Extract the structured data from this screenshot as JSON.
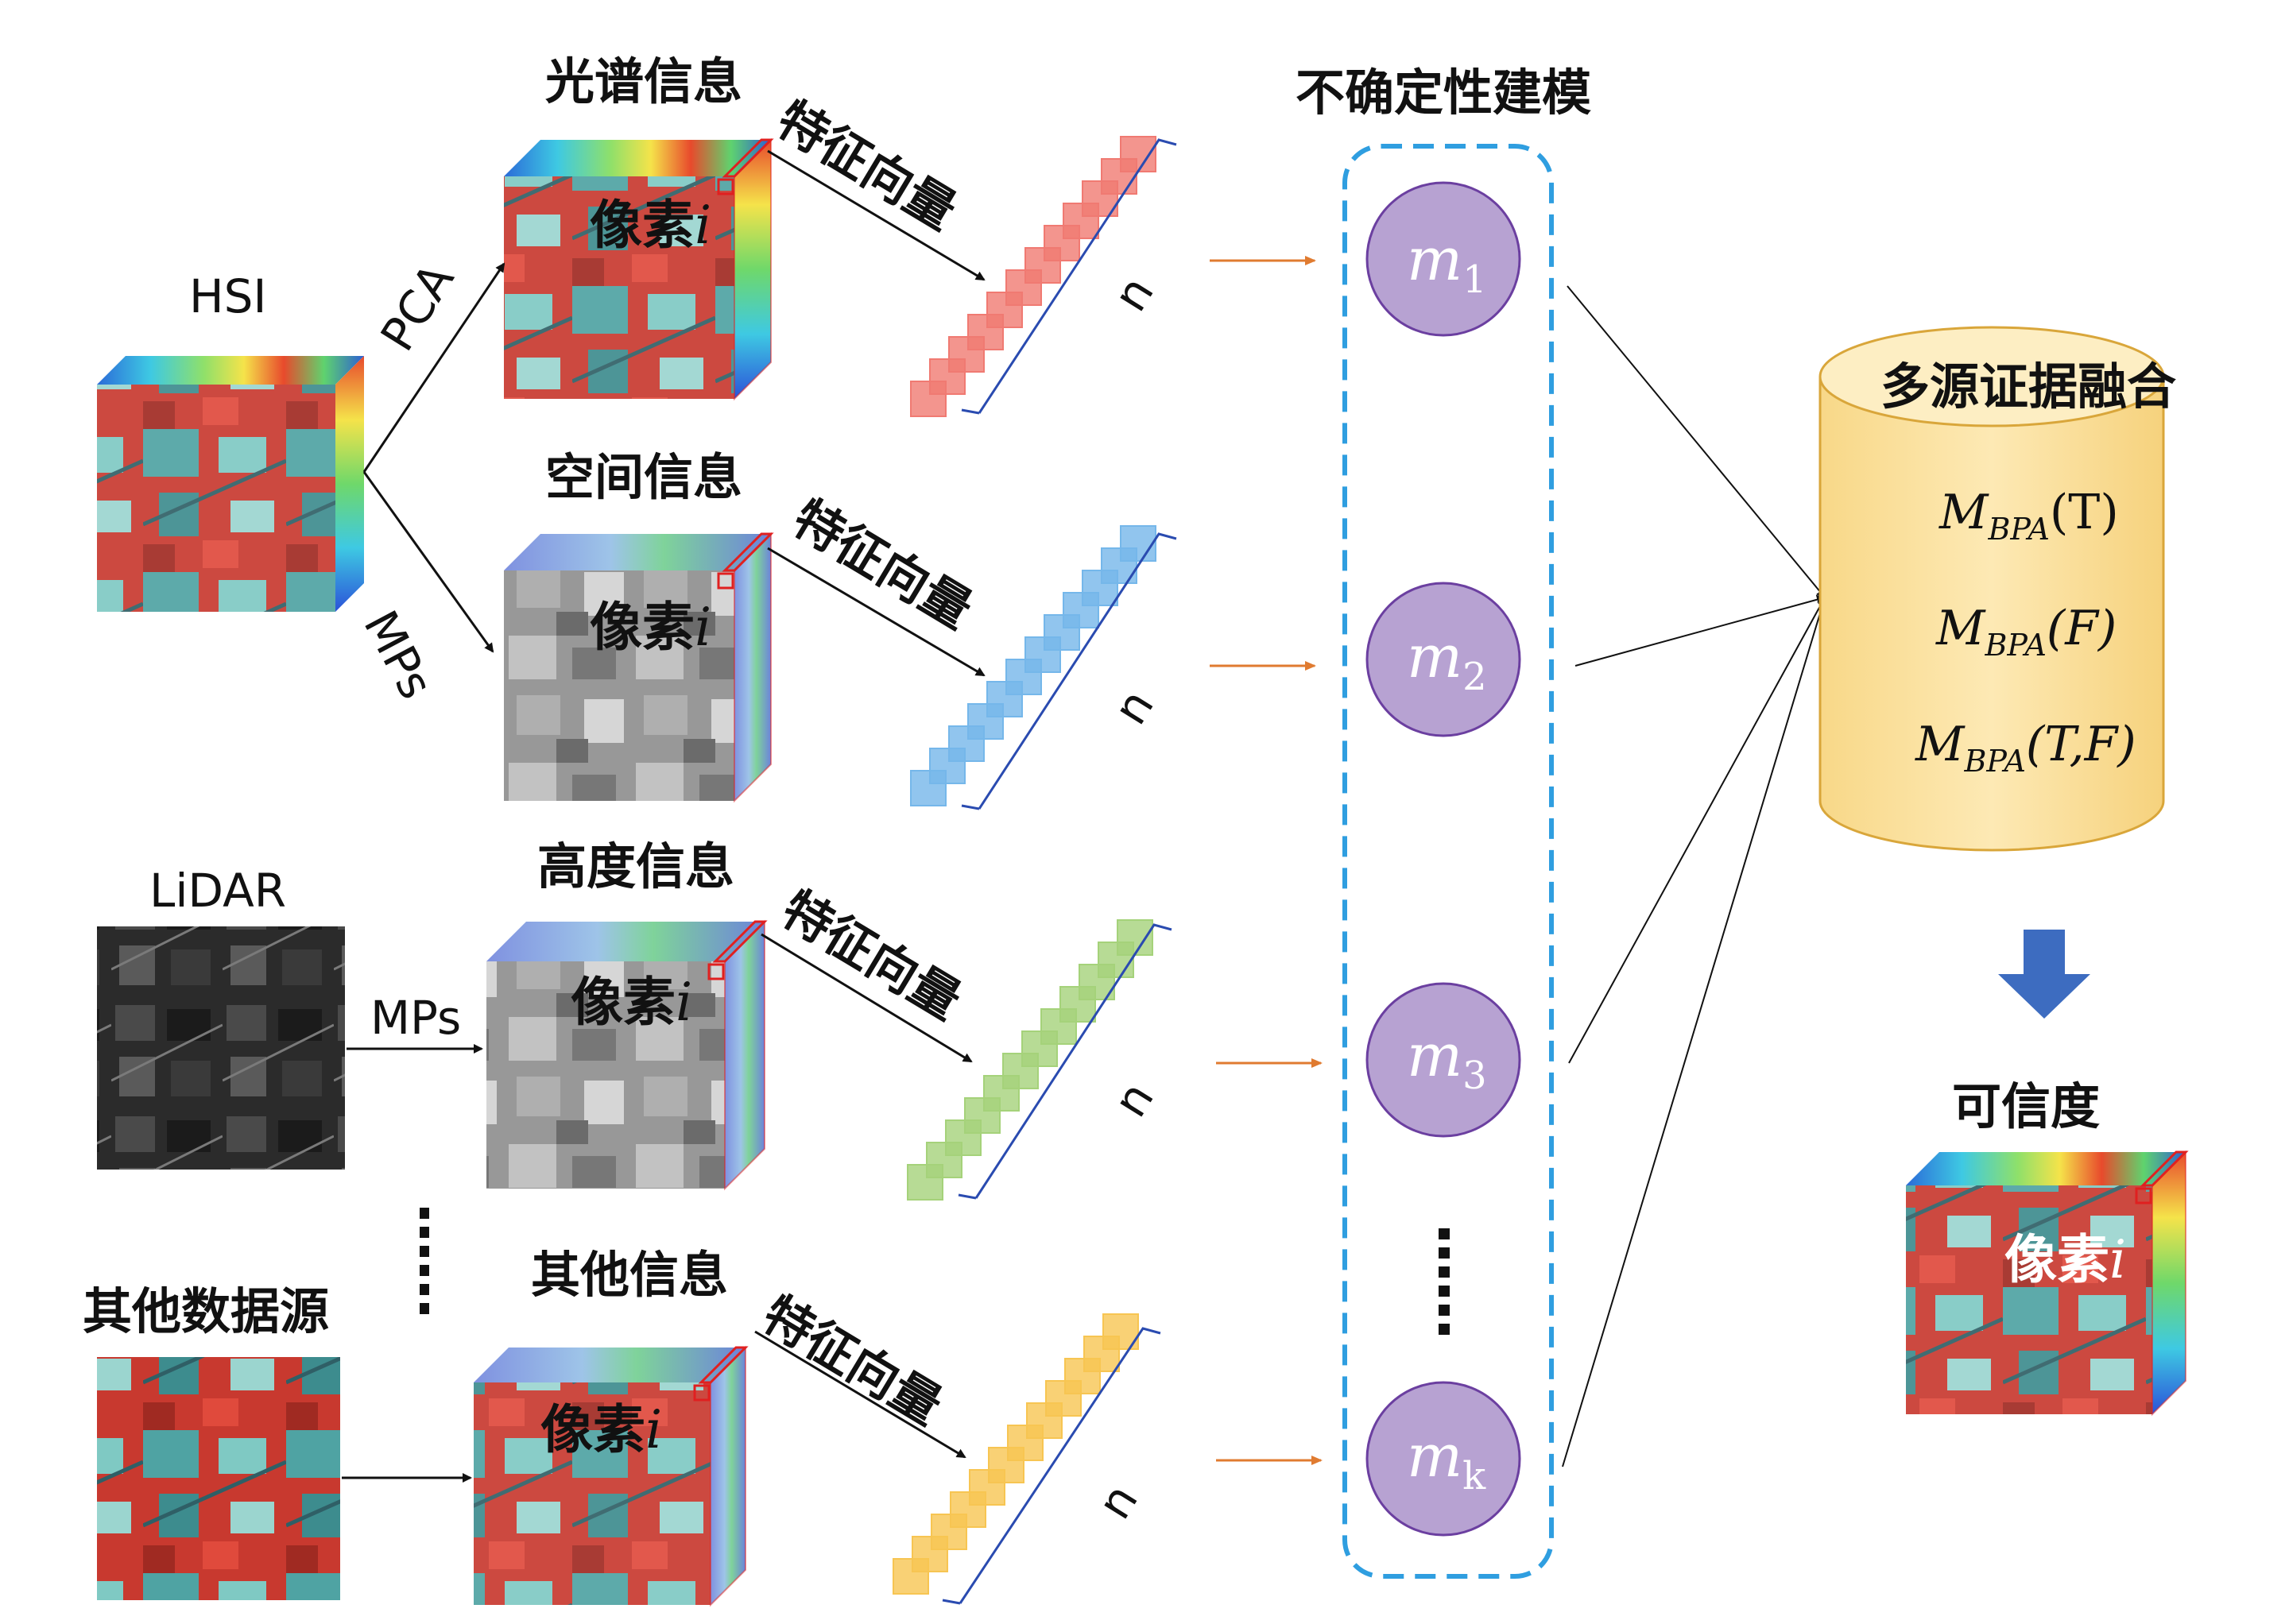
{
  "sources": {
    "hsi": "HSI",
    "lidar": "LiDAR",
    "other": "其他数据源"
  },
  "arrows": {
    "pca": "PCA",
    "mps_spatial": "MPs",
    "mps_lidar": "MPs"
  },
  "info": {
    "spectral": "光谱信息",
    "spatial": "空间信息",
    "height": "高度信息",
    "other": "其他信息"
  },
  "pixel": {
    "text": "像素",
    "var": "i"
  },
  "feature_vector": "特征向量",
  "vector_length": "n",
  "uncertainty_title": "不确定性建模",
  "masses": [
    {
      "base": "m",
      "sub": "1"
    },
    {
      "base": "m",
      "sub": "2"
    },
    {
      "base": "m",
      "sub": "3"
    },
    {
      "base": "m",
      "sub": "k"
    }
  ],
  "fusion": {
    "title": "多源证据融合",
    "bpa": [
      {
        "base": "M",
        "sub": "BPA",
        "arg": "(T)"
      },
      {
        "base": "M",
        "sub": "BPA",
        "arg": "(F)"
      },
      {
        "base": "M",
        "sub": "BPA",
        "arg": "(T,F)"
      }
    ]
  },
  "confidence": "可信度",
  "colors": {
    "red_feature": "#f07a72",
    "blue_feature": "#75b7ea",
    "green_feature": "#a5d27a",
    "yellow_feature": "#f7c552",
    "mass_circle": "#b7a2d2",
    "mass_border": "#6b3fa0",
    "dashed_box": "#2f9ee0",
    "orange_arrow": "#e07b30",
    "cylinder": "#fbe3a3",
    "down_arrow": "#3d6cc0"
  },
  "icons": [
    "ellipsis-vertical-icon",
    "down-arrow-icon"
  ]
}
